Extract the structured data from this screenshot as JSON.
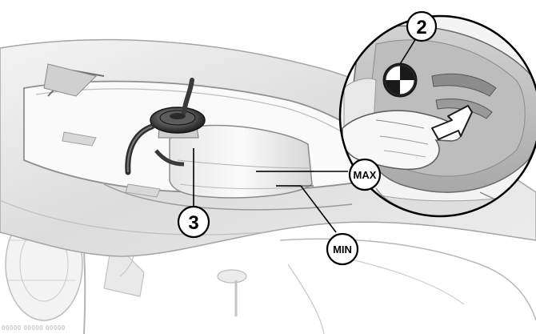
{
  "callouts": {
    "part_2": "2",
    "part_3": "3",
    "max_mark": "MAX",
    "min_mark": "MIN"
  },
  "footer": {
    "image_code": "00000 00000 00000"
  },
  "colors": {
    "outline": "#000000",
    "line_art": "#7a7a7a",
    "shading_light": "#ececec",
    "shading_mid": "#cfcfcf",
    "shading_dark": "#9a9a9a",
    "callout_fill": "#ffffff"
  },
  "icons": {
    "brand_badge": "roundel-emblem-icon",
    "direction_arrow": "pull-arrow-icon"
  }
}
